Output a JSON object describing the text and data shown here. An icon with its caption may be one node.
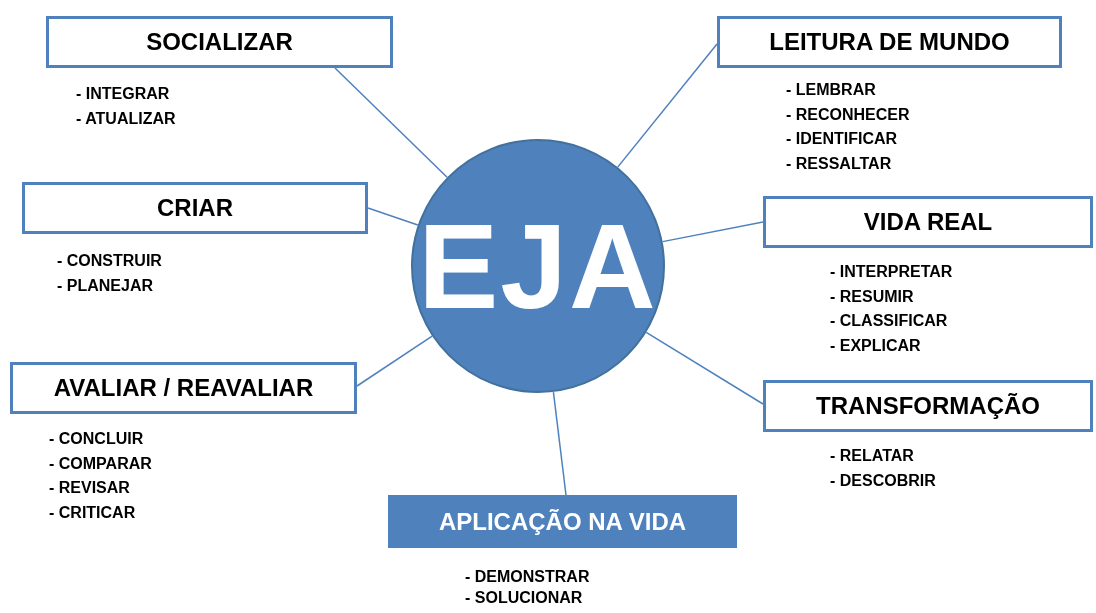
{
  "diagram": {
    "nodes": [
      {
        "text": [
          "SOCIALIZAR"
        ],
        "beside": [
          "- INTEGRAR",
          "- ATUALIZAR"
        ]
      },
      {
        "text": [
          "LEITURA DE MUNDO"
        ],
        "beside": [
          "- LEMBRAR",
          "- RECONHECER",
          "- IDENTIFICAR",
          "- RESSALTAR"
        ]
      },
      {
        "text": [
          "CRIAR"
        ],
        "beside": [
          "- CONSTRUIR",
          "- PLANEJAR"
        ]
      },
      {
        "text": [
          "EJA"
        ]
      },
      {
        "text": [
          "VIDA REAL"
        ],
        "beside": [
          "- INTERPRETAR",
          "- RESUMIR",
          "- CLASSIFICAR",
          "- EXPLICAR"
        ]
      },
      {
        "text": [
          "AVALIAR / REAVALIAR"
        ],
        "beside": [
          "- CONCLUIR",
          "- COMPARAR",
          "- REVISAR",
          "- CRITICAR"
        ]
      },
      {
        "text": [
          "TRANSFORMAÇÃO"
        ],
        "beside": [
          "- RELATAR",
          "- DESCOBRIR"
        ]
      },
      {
        "text": [
          "APLICAÇÃO NA VIDA"
        ],
        "beside": [
          "- DEMONSTRAR",
          "- SOLUCIONAR"
        ]
      }
    ],
    "edges": [
      {
        "from": 3,
        "to": 0,
        "arrow": "none"
      },
      {
        "from": 3,
        "to": 1,
        "arrow": "none"
      },
      {
        "from": 3,
        "to": 2,
        "arrow": "none"
      },
      {
        "from": 3,
        "to": 4,
        "arrow": "none"
      },
      {
        "from": 3,
        "to": 5,
        "arrow": "none"
      },
      {
        "from": 3,
        "to": 6,
        "arrow": "none"
      },
      {
        "from": 3,
        "to": 7,
        "arrow": "none"
      }
    ]
  }
}
